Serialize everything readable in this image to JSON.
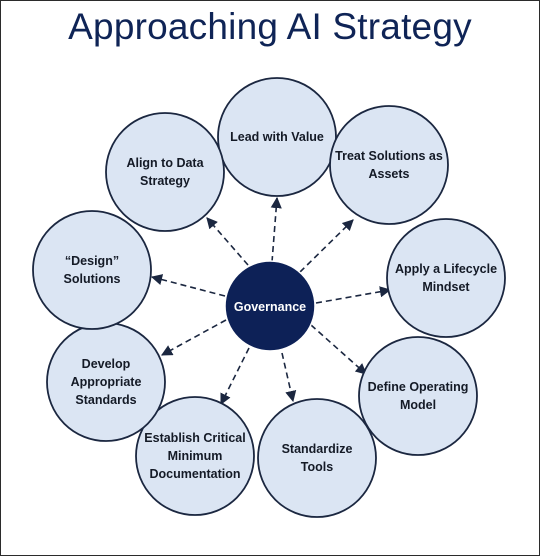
{
  "title": "Approaching AI Strategy",
  "colors": {
    "title": "#0f2456",
    "center_fill": "#0d2157",
    "node_fill": "#dbe5f3",
    "node_stroke": "#1b2740",
    "arrow": "#1b2740"
  },
  "center": {
    "label": "Governance"
  },
  "nodes": [
    {
      "lines": [
        "Lead with Value"
      ]
    },
    {
      "lines": [
        "Treat Solutions as",
        "Assets"
      ]
    },
    {
      "lines": [
        "Apply a Lifecycle",
        "Mindset"
      ]
    },
    {
      "lines": [
        "Define Operating",
        "Model"
      ]
    },
    {
      "lines": [
        "Standardize",
        "Tools"
      ]
    },
    {
      "lines": [
        "Establish Critical",
        "Minimum",
        "Documentation"
      ]
    },
    {
      "lines": [
        "Develop",
        "Appropriate",
        "Standards"
      ]
    },
    {
      "lines": [
        "“Design”",
        "Solutions"
      ]
    },
    {
      "lines": [
        "Align to Data",
        "Strategy"
      ]
    }
  ]
}
